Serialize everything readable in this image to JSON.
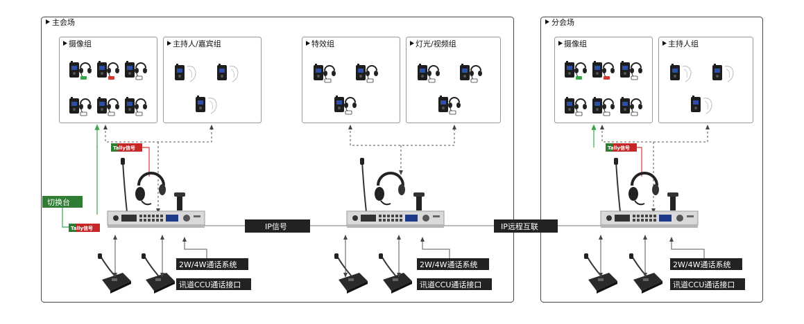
{
  "sites": {
    "main": "主会场",
    "branch": "分会场"
  },
  "groups": {
    "camera": "摄像组",
    "host_guest": "主持人/嘉宾组",
    "effects": "特效组",
    "light_video": "灯光/视频组",
    "camera_branch": "摄像组",
    "host_branch": "主持人组"
  },
  "labels": {
    "switcher": "切换台",
    "tally": "Tally信号",
    "ip_signal": "IP信号",
    "ip_remote": "IP远程互联",
    "two_four_wire": "2W/4W通话系统",
    "ccu": "讯道CCU通话接口"
  },
  "colors": {
    "label_bg": "#222222",
    "label_green": "#2e7d32",
    "tally_red": "#c62828",
    "line_green": "#3aa64a",
    "line_red": "#d0392f",
    "box_border": "#999999"
  },
  "icons": {
    "beltpack": "beltpack-icon",
    "headset": "headset-icon",
    "main_station": "intercom-base-station-icon",
    "mic_station": "desktop-mic-station-icon"
  }
}
